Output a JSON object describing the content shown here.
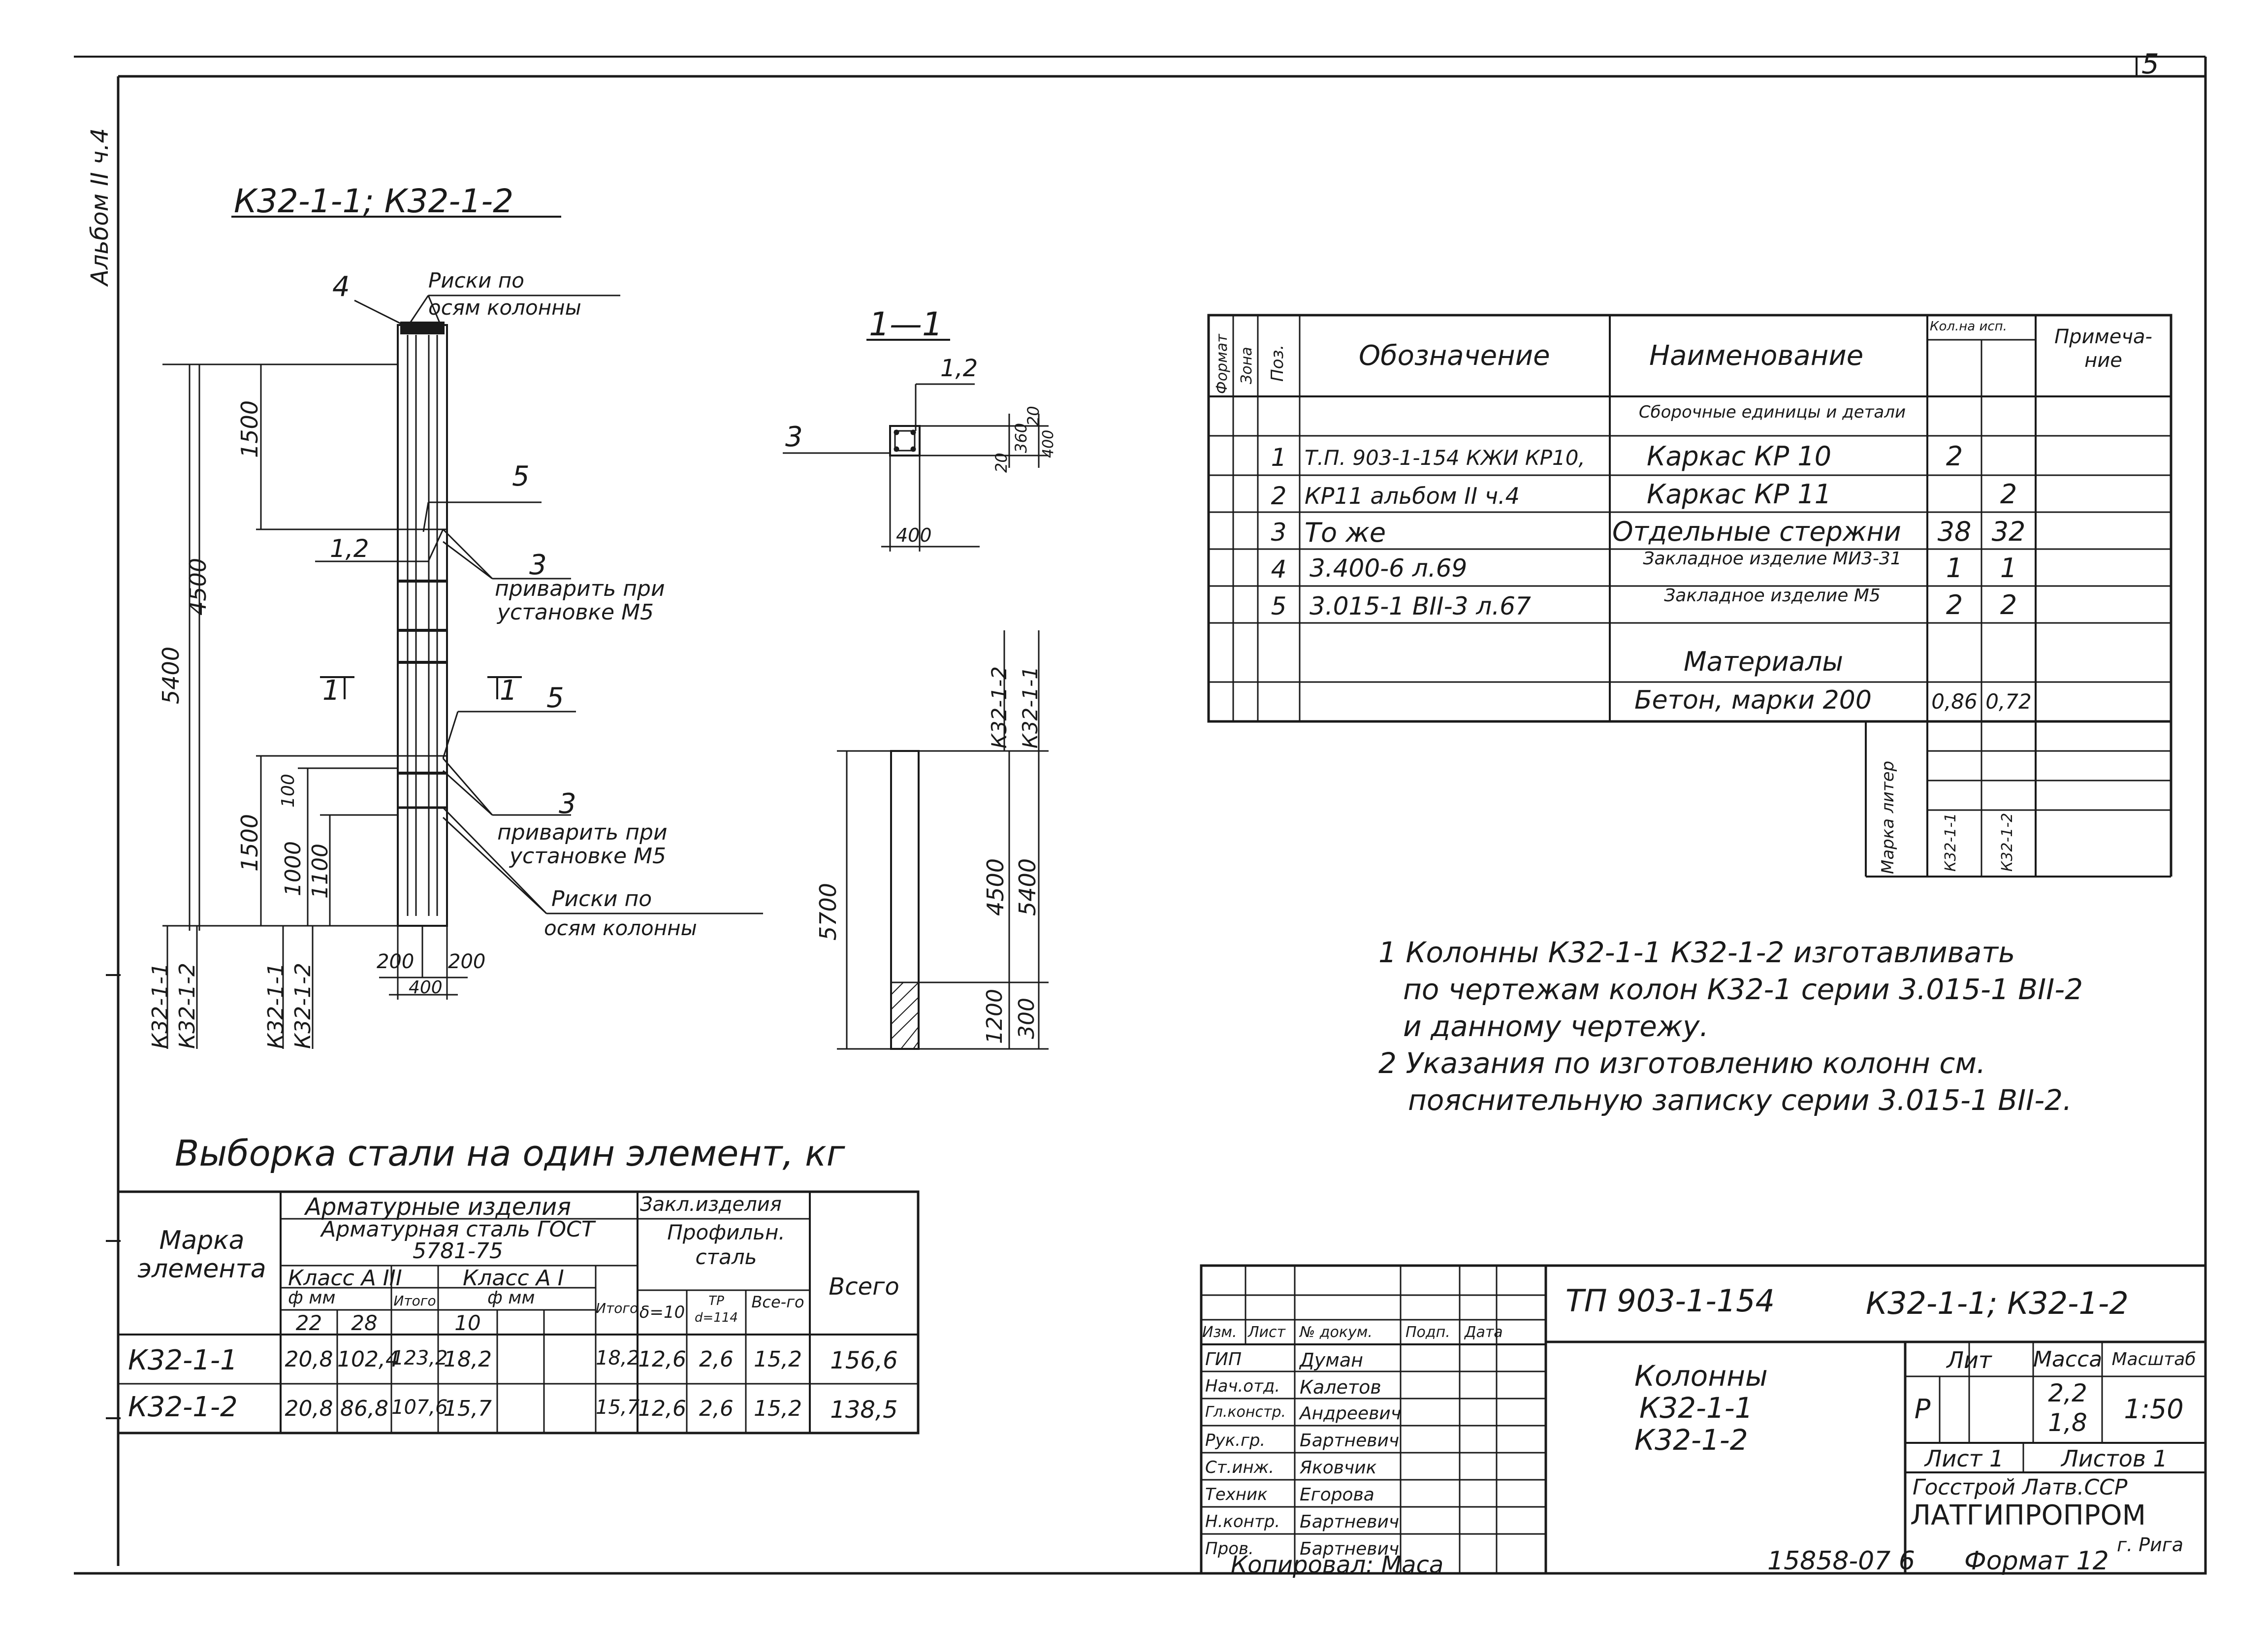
{
  "page_number": "5",
  "album_label": "Альбом II ч.4",
  "title": "К32-1-1; К32-1-2",
  "elevation": {
    "mark_4": "4",
    "mark_5_top": "5",
    "mark_12": "1,2",
    "mark_3_top": "3",
    "mark_5_mid": "5",
    "mark_3_bottom": "3",
    "risk_top_l1": "Риски по",
    "risk_top_l2": "осям колонны",
    "weld_top_l1": "приварить при",
    "weld_top_l2": "установке М5",
    "weld_bot_l1": "приварить при",
    "weld_bot_l2": "установке М5",
    "risk_bot_l1": "Риски по",
    "risk_bot_l2": "осям колонны",
    "section_mark_left": "1",
    "section_mark_right": "1",
    "dim_5400": "5400",
    "dim_4500": "4500",
    "dim_1500_top": "1500",
    "dim_1500_bot": "1500",
    "dim_100": "100",
    "dim_1000": "1000",
    "dim_1100": "1100",
    "dim_200_left": "200",
    "dim_200_right": "200",
    "dim_400": "400",
    "col_k3211_a": "К32-1-1",
    "col_k3212_a": "К32-1-2",
    "col_k3211_b": "К32-1-1",
    "col_k3212_b": "К32-1-2"
  },
  "section": {
    "label": "1—1",
    "mark_12": "1,2",
    "mark_3": "3",
    "dim_20_top": "20",
    "dim_360": "360",
    "dim_20_bot": "20",
    "dim_400_right": "400",
    "dim_400_bottom": "400"
  },
  "side_view": {
    "col_k3212": "К32-1-2",
    "col_k3211": "К32-1-1",
    "dim_5700": "5700",
    "dim_4500": "4500",
    "dim_5400": "5400",
    "dim_1200": "1200",
    "dim_300": "300"
  },
  "spec_table": {
    "headers": {
      "format": "Формат",
      "zone": "Зона",
      "pos": "Поз.",
      "designation": "Обозначение",
      "name": "Наименование",
      "qty": "Кол.на исп.",
      "note": "Примеча-ние"
    },
    "section_title": "Сборочные единицы и детали",
    "rows": [
      {
        "pos": "1",
        "designation": "Т.П. 903-1-154 КЖИ КР10,",
        "name": "Каркас КР 10",
        "q1": "2",
        "q2": ""
      },
      {
        "pos": "2",
        "designation": "КР11 альбом II ч.4",
        "name": "Каркас КР 11",
        "q1": "",
        "q2": "2"
      },
      {
        "pos": "3",
        "designation": "То же",
        "name": "Отдельные стержни",
        "q1": "38",
        "q2": "32"
      },
      {
        "pos": "4",
        "designation": "3.400-6 л.69",
        "name": "Закладное изделие МИ3-31",
        "q1": "1",
        "q2": "1"
      },
      {
        "pos": "5",
        "designation": "3.015-1 ВII-3 л.67",
        "name": "Закладное изделие М5",
        "q1": "2",
        "q2": "2"
      }
    ],
    "materials_title": "Материалы",
    "concrete": {
      "name": "Бетон, марки 200",
      "q1": "0,86",
      "q2": "0,72"
    },
    "marka_liter": "Марка литер",
    "col_mark_1": "К32-1-1",
    "col_mark_2": "К32-1-2"
  },
  "notes": {
    "n1_l1": "1 Колонны К32-1-1  К32-1-2 изготавливать",
    "n1_l2": "по чертежам колон К32-1 серии 3.015-1 ВII-2",
    "n1_l3": "и данному чертежу.",
    "n2_l1": "2 Указания по изготовлению колонн см.",
    "n2_l2": "пояснительную записку серии 3.015-1 ВII-2."
  },
  "steel_table": {
    "title": "Выборка стали на один элемент, кг",
    "h_mark": "Марка элемента",
    "h_arm": "Арматурные изделия",
    "h_armsteel": "Арматурная сталь ГОСТ 5781-75",
    "h_class_a3": "Класс А III",
    "h_class_a1": "Класс А I",
    "h_phi_mm_1": "ф мм",
    "h_phi_mm_2": "ф мм",
    "h_22": "22",
    "h_28": "28",
    "h_itogo_1": "Итого",
    "h_10": "10",
    "h_itogo_2": "Итого",
    "h_zakl": "Закл.изделия",
    "h_profil": "Профильн. сталь",
    "h_d10": "δ=10",
    "h_tr": "ТР d=114",
    "h_vse20": "Все-го",
    "h_vsego": "Всего",
    "rows": [
      {
        "mark": "К32-1-1",
        "c22": "20,8",
        "c28": "102,4",
        "it1": "123,2",
        "c10": "18,2",
        "it2": "18,2",
        "d10": "12,6",
        "tr": "2,6",
        "vs": "15,2",
        "total": "156,6"
      },
      {
        "mark": "К32-1-2",
        "c22": "20,8",
        "c28": "86,8",
        "it1": "107,6",
        "c10": "15,7",
        "it2": "15,7",
        "d10": "12,6",
        "tr": "2,6",
        "vs": "15,2",
        "total": "138,5"
      }
    ]
  },
  "title_block": {
    "doc_code": "ТП 903-1-154",
    "doc_marks": "К32-1-1; К32-1-2",
    "h_izm": "Изм.",
    "h_list": "Лист",
    "h_ndok": "№ докум.",
    "h_podp": "Подп.",
    "h_data": "Дата",
    "roles": [
      {
        "role": "ГИП",
        "name": "Думан"
      },
      {
        "role": "Нач.отд.",
        "name": "Калетов"
      },
      {
        "role": "Гл.констр.",
        "name": "Андреевич"
      },
      {
        "role": "Рук.гр.",
        "name": "Бартневич"
      },
      {
        "role": "Ст.инж.",
        "name": "Яковчик"
      },
      {
        "role": "Техник",
        "name": "Егорова"
      },
      {
        "role": "Н.контр.",
        "name": "Бартневич"
      },
      {
        "role": "Пров.",
        "name": "Бартневич"
      }
    ],
    "name_l1": "Колонны",
    "name_l2": "К32-1-1",
    "name_l3": "К32-1-2",
    "h_lit": "Лит",
    "h_massa": "Масса",
    "h_masshtab": "Масштаб",
    "lit_value": "Р",
    "massa_1": "2,2",
    "massa_2": "1,8",
    "scale": "1:50",
    "sheet": "Лист 1",
    "sheets": "Листов 1",
    "org_l1": "Госстрой Латв.ССР",
    "org_l2": "ЛАТГИПРОПРОМ",
    "org_l3": "г. Рига"
  },
  "footer": {
    "copied": "Копировал: Маса",
    "inv_no": "15858-07  6",
    "format": "Формат 12"
  }
}
